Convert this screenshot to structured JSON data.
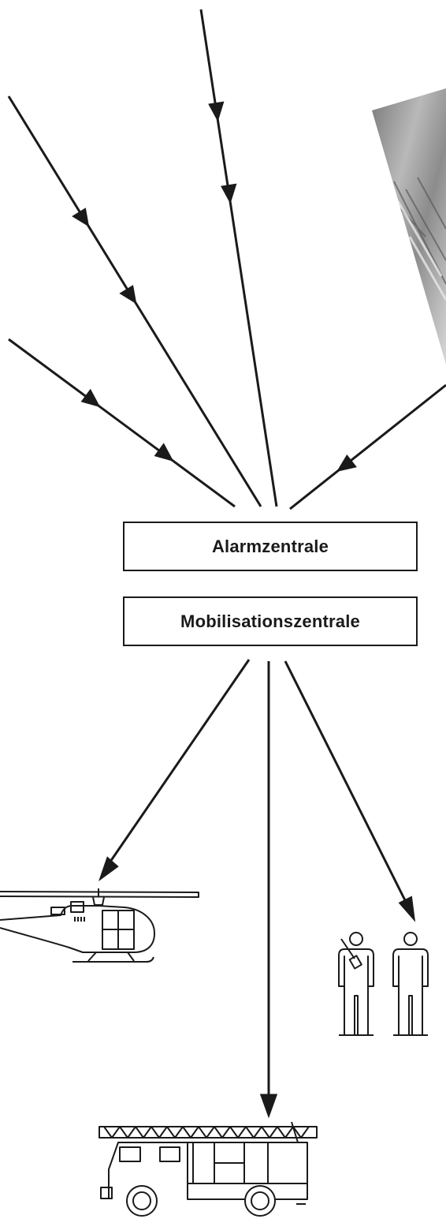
{
  "diagram": {
    "boxes": {
      "alarm_center": "Alarmzentrale",
      "mobilization_center": "Mobilisationszentrale"
    },
    "photo_fragment": "photo-fragment",
    "icons": {
      "helicopter": "helicopter-icon",
      "personnel": "personnel-icon",
      "fire_truck": "fire-truck-icon"
    },
    "colors": {
      "ink": "#1a1a1a",
      "background": "#ffffff"
    }
  }
}
